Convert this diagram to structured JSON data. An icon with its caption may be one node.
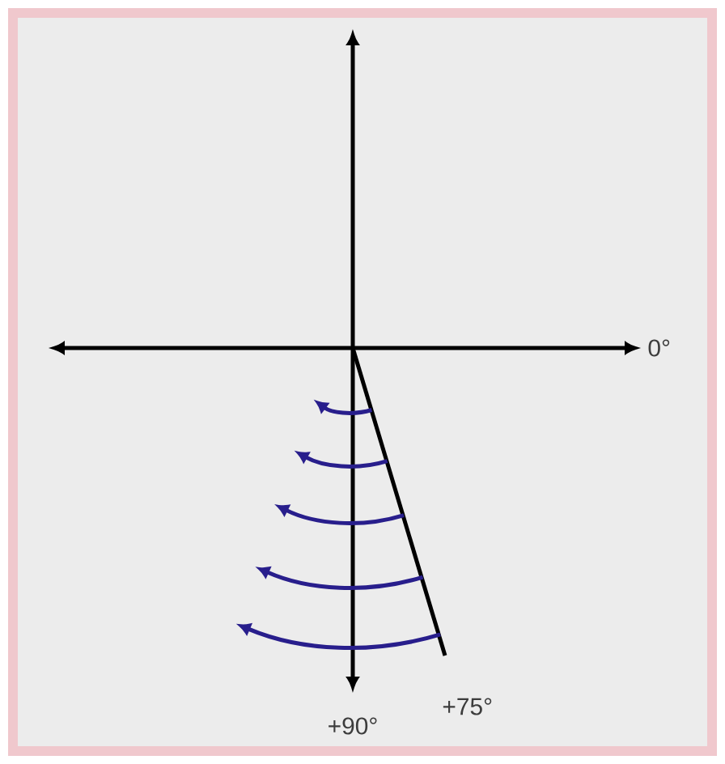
{
  "diagram": {
    "labels": [
      "0°",
      "+90°",
      "+75°"
    ]
  }
}
